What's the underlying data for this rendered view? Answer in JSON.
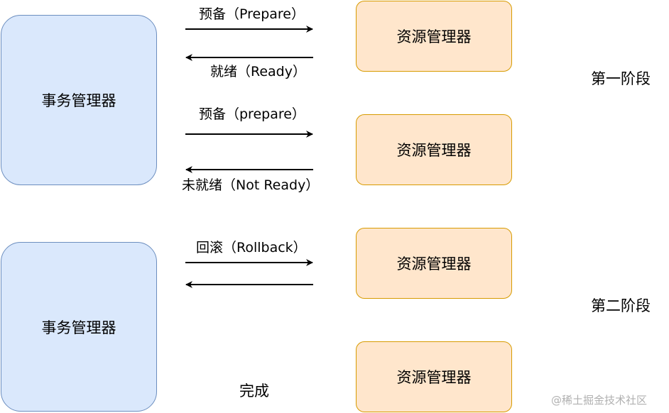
{
  "transaction_manager_label": "事务管理器",
  "resource_manager_label": "资源管理器",
  "phase1": {
    "title": "第一阶段",
    "exchange1": {
      "request": "预备（Prepare）",
      "response": "就绪（Ready）"
    },
    "exchange2": {
      "request": "预备（prepare）",
      "response": "未就绪（Not Ready）"
    }
  },
  "phase2": {
    "title": "第二阶段",
    "exchange": {
      "request": "回滚（Rollback）",
      "response": ""
    },
    "completion_label": "完成"
  },
  "watermark": "@稀土掘金技术社区"
}
